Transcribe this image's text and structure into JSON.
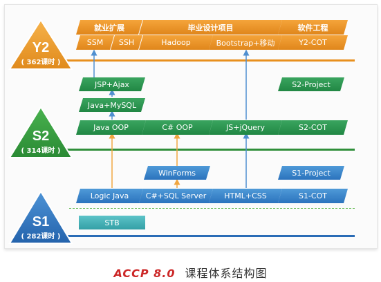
{
  "stages": [
    {
      "code": "Y2",
      "hours": "( 362课时 )",
      "color": "#e8901e"
    },
    {
      "code": "S2",
      "hours": "( 314课时 )",
      "color": "#2f8f3a"
    },
    {
      "code": "S1",
      "hours": "( 282课时 )",
      "color": "#2a6cb6"
    }
  ],
  "y2": {
    "headers": [
      "就业扩展",
      "毕业设计项目",
      "软件工程"
    ],
    "courses": [
      "SSM",
      "SSH",
      "Hadoop",
      "Bootstrap+移动",
      "Y2-COT"
    ]
  },
  "s2": {
    "courses": [
      "JSP+Ajax",
      "S2-Project",
      "Java+MySQL",
      "Java OOP",
      "C# OOP",
      "JS+jQuery",
      "S2-COT"
    ]
  },
  "s1": {
    "courses": [
      "WinForms",
      "S1-Project",
      "Logic Java",
      "C#+SQL Server",
      "HTML+CSS",
      "S1-COT",
      "STB"
    ]
  },
  "caption": {
    "en": "ACCP 8.0",
    "cn": "课程体系结构图"
  }
}
